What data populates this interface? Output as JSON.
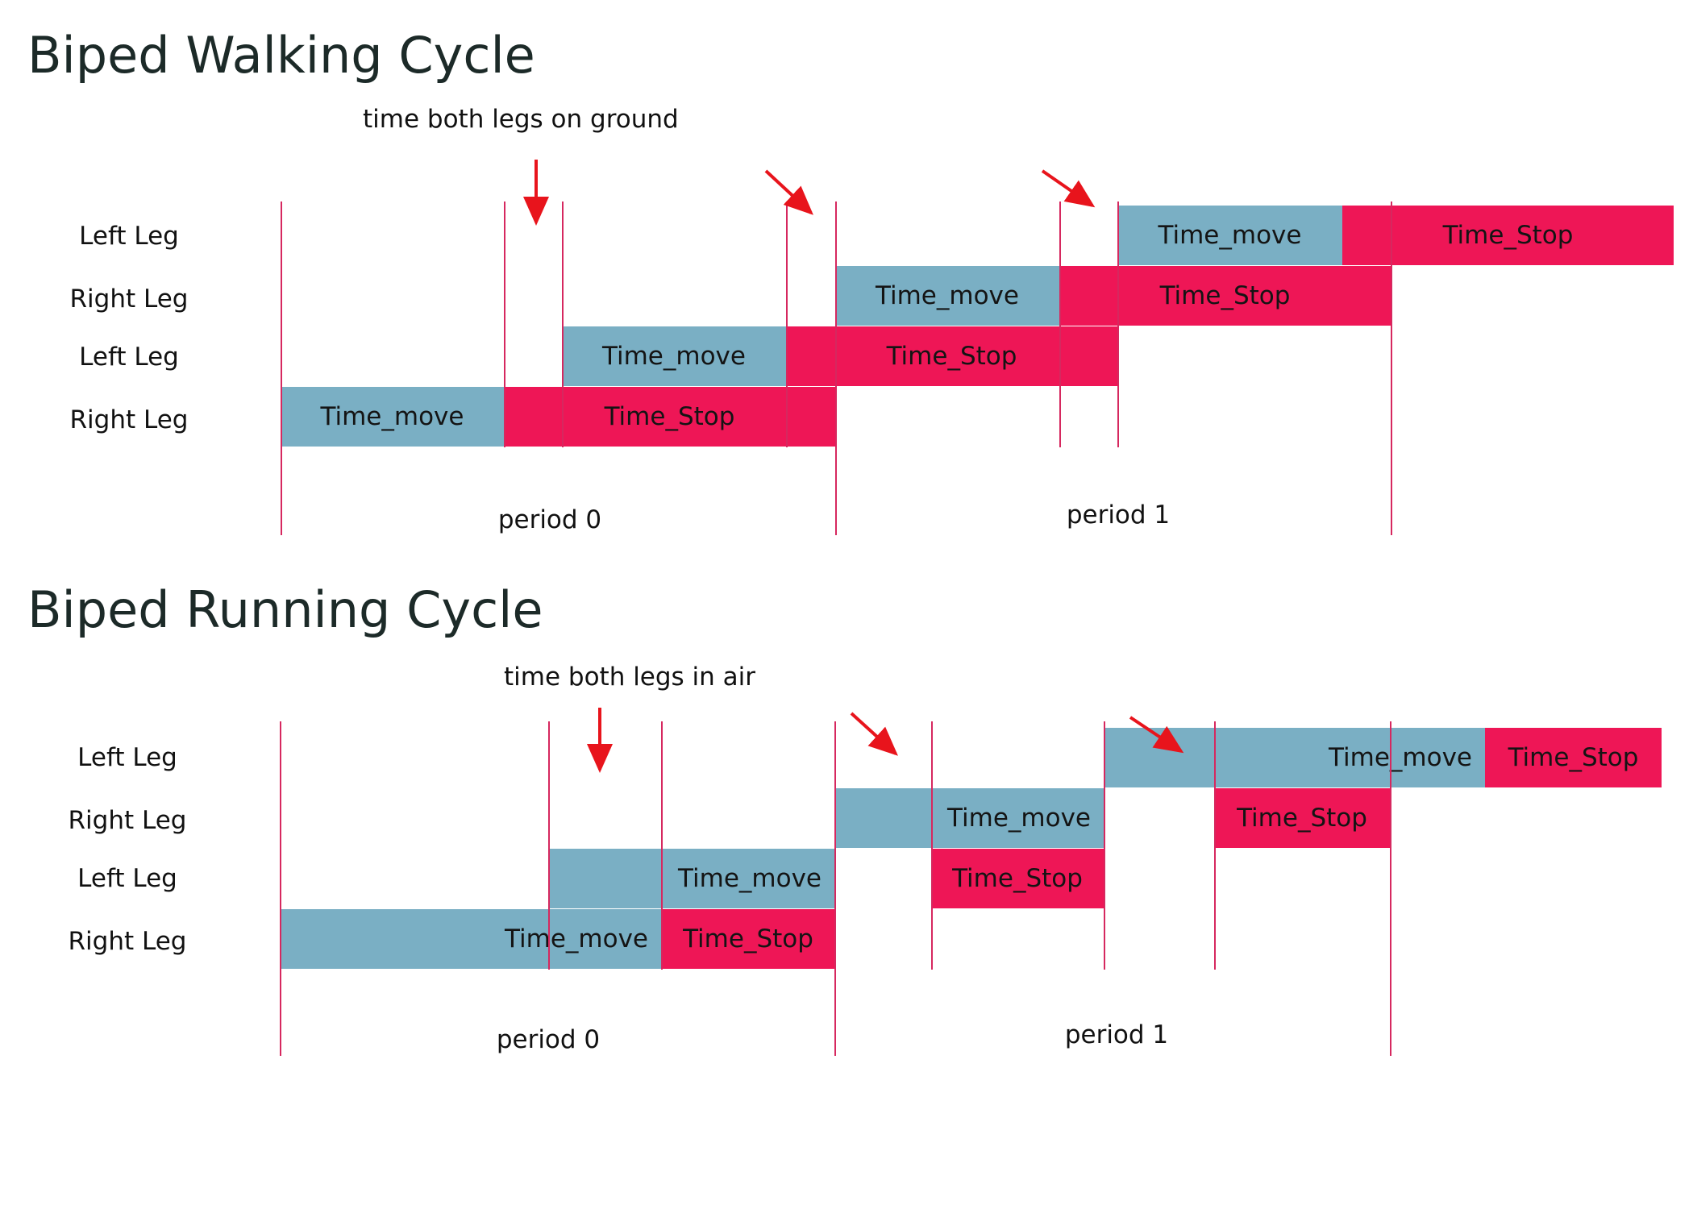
{
  "colors": {
    "move": "#7aafc4",
    "stop": "#ee1656",
    "divider": "#d6285f",
    "arrow": "#e8141c",
    "title": "#1c2a28"
  },
  "walking": {
    "title": "Biped Walking Cycle",
    "annotation": "time both legs on ground",
    "row_labels": [
      "Left Leg",
      "Right Leg",
      "Left Leg",
      "Right Leg"
    ],
    "period_labels": [
      "period 0",
      "period 1"
    ],
    "bars": {
      "r4_move": "Time_move",
      "r4_stop": "Time_Stop",
      "r3_move": "Time_move",
      "r3_stop": "Time_Stop",
      "r2_move": "Time_move",
      "r2_stop": "Time_Stop",
      "r1_move": "Time_move",
      "r1_stop": "Time_Stop"
    }
  },
  "running": {
    "title": "Biped Running Cycle",
    "annotation": "time both legs in air",
    "row_labels": [
      "Left Leg",
      "Right Leg",
      "Left Leg",
      "Right Leg"
    ],
    "period_labels": [
      "period 0",
      "period 1"
    ],
    "bars": {
      "r4_move": "Time_move",
      "r4_stop": "Time_Stop",
      "r3_move": "Time_move",
      "r3_stop": "Time_Stop",
      "r2_move": "Time_move",
      "r2_stop": "Time_Stop",
      "r1_move": "Time_move",
      "r1_stop": "Time_Stop"
    }
  }
}
